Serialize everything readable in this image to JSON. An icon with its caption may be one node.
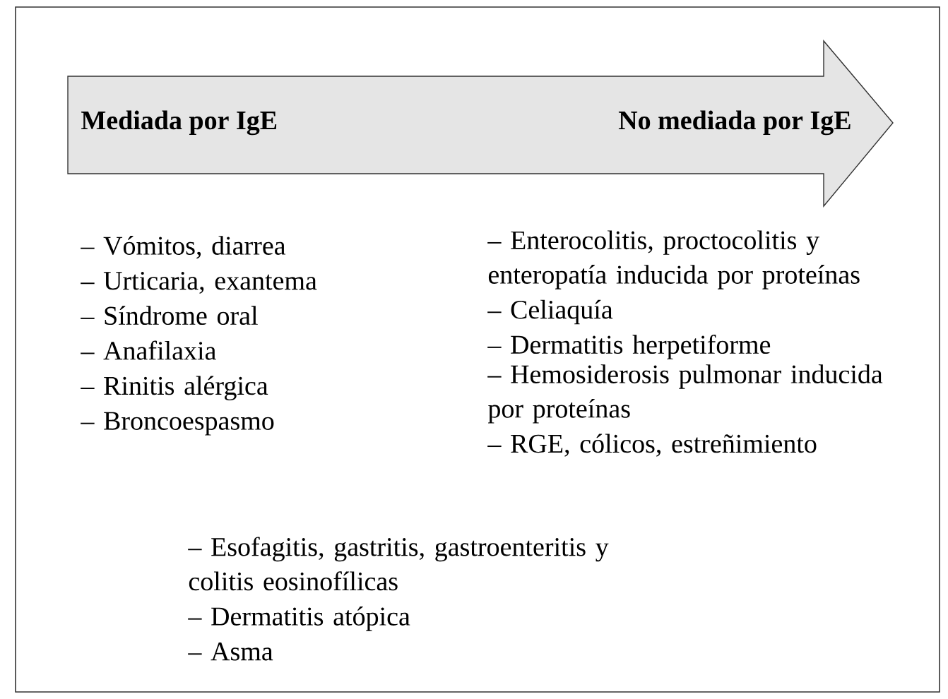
{
  "diagram": {
    "nodes": [
      {
        "text": [
          "Mediada por IgE",
          "No mediada por IgE"
        ]
      }
    ],
    "edges": [],
    "labels": [
      "– Vómitos, diarrea",
      "– Urticaria, exantema",
      "– Síndrome oral",
      "– Anafilaxia",
      "– Rinitis alérgica",
      "– Broncoespasmo",
      "– Enterocolitis, proctocolitis y enteropatía inducida por proteínas",
      "– Celiaquía",
      "– Dermatitis herpetiforme",
      "– Hemosiderosis pulmonar inducida por proteínas",
      "– RGE, cólicos, estreñimiento",
      "– Esofagitis, gastritis, gastroenteritis y colitis eosinofílicas",
      "– Dermatitis atópica",
      "– Asma"
    ]
  }
}
